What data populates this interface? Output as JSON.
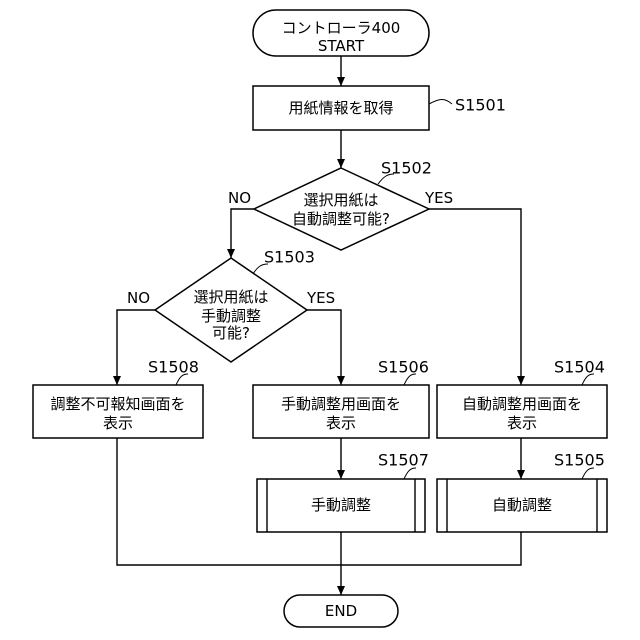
{
  "nodes": {
    "start": {
      "line1": "コントローラ400",
      "line2": "START"
    },
    "s1501": {
      "text": "用紙情報を取得",
      "step": "S1501"
    },
    "s1502": {
      "line1": "選択用紙は",
      "line2": "自動調整可能?",
      "step": "S1502",
      "no": "NO",
      "yes": "YES"
    },
    "s1503": {
      "line1": "選択用紙は",
      "line2": "手動調整",
      "line3": "可能?",
      "step": "S1503",
      "no": "NO",
      "yes": "YES"
    },
    "s1508": {
      "line1": "調整不可報知画面を",
      "line2": "表示",
      "step": "S1508"
    },
    "s1506": {
      "line1": "手動調整用画面を",
      "line2": "表示",
      "step": "S1506"
    },
    "s1504": {
      "line1": "自動調整用画面を",
      "line2": "表示",
      "step": "S1504"
    },
    "s1507": {
      "text": "手動調整",
      "step": "S1507"
    },
    "s1505": {
      "text": "自動調整",
      "step": "S1505"
    },
    "end": {
      "text": "END"
    }
  }
}
